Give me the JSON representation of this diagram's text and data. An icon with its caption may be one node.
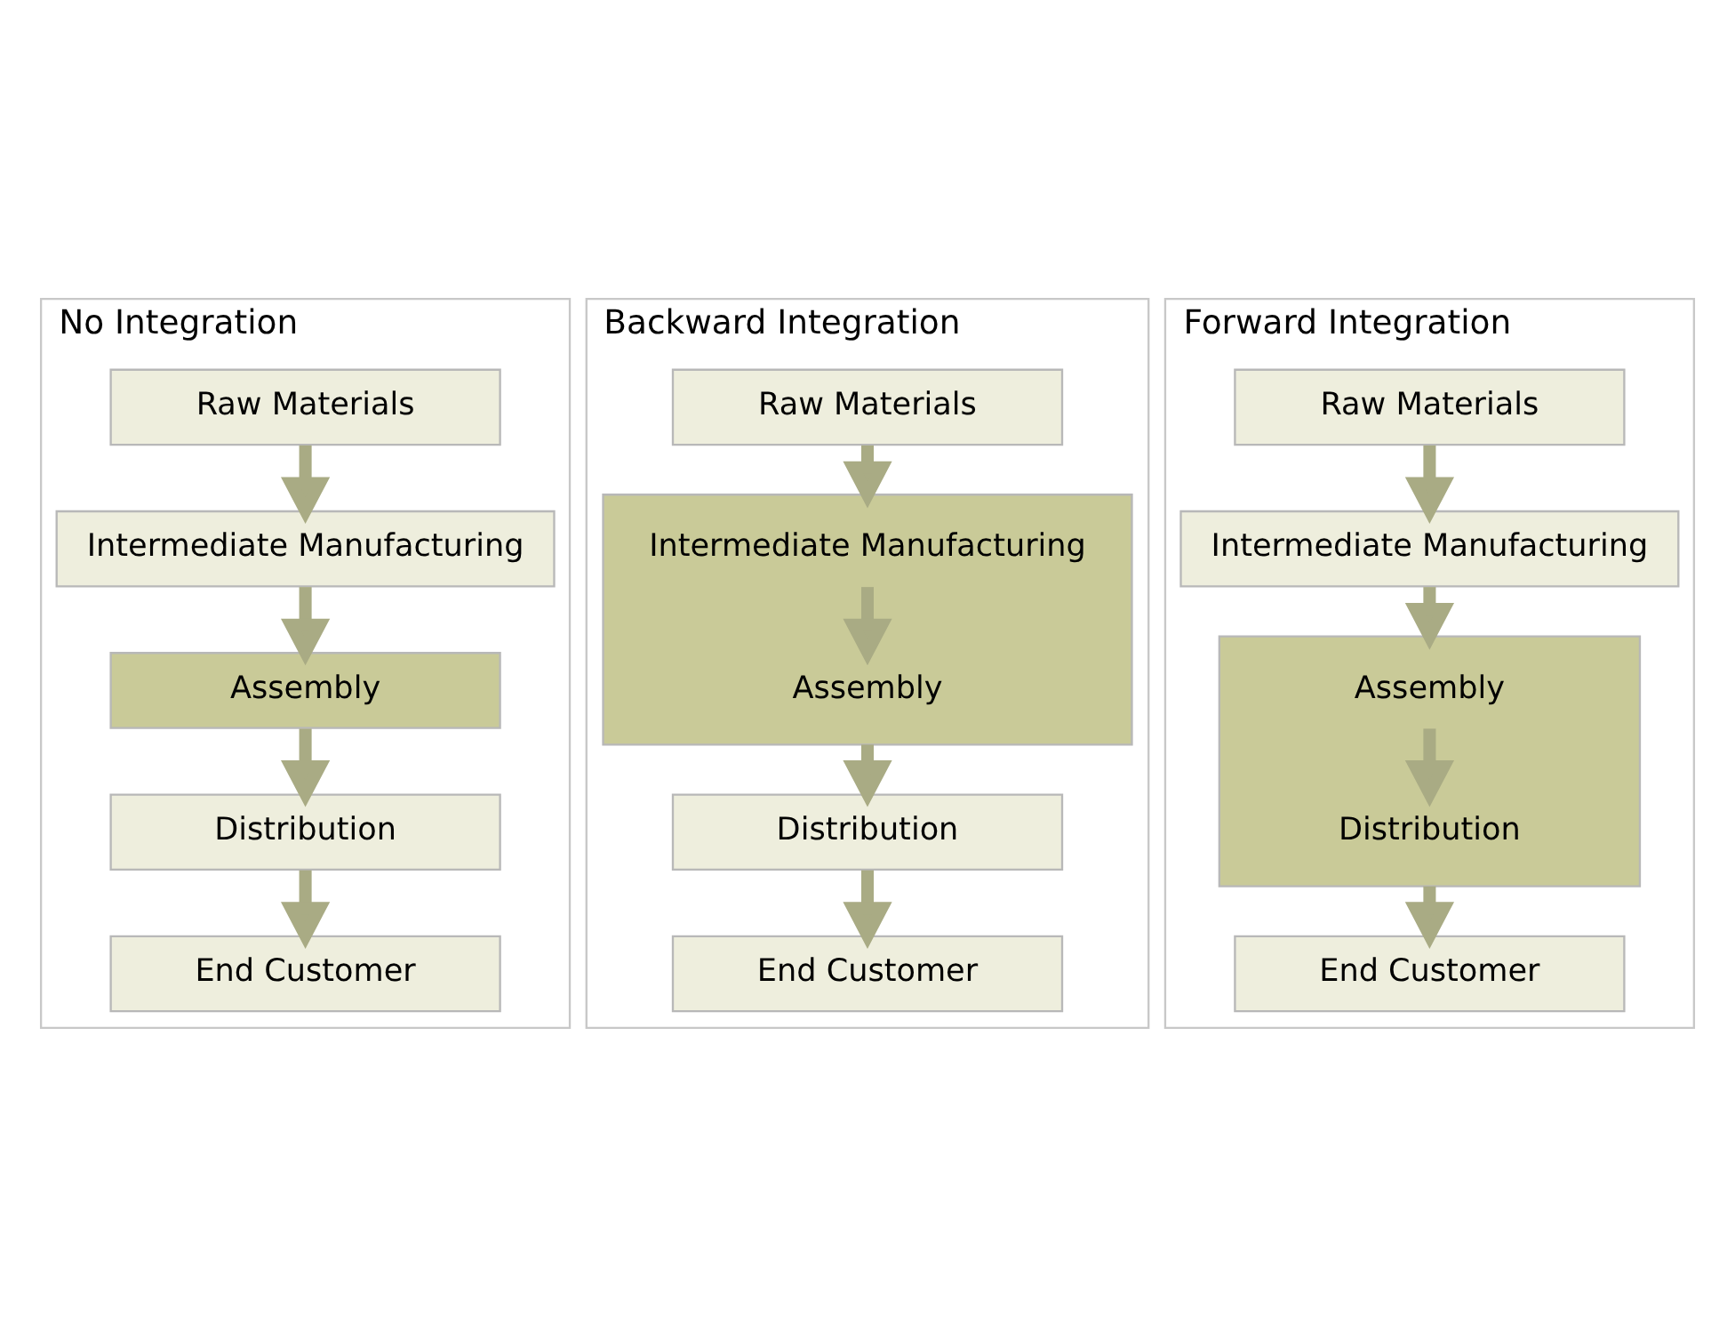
{
  "diagram": {
    "nodes": [
      {
        "text": [
          "No Integration"
        ]
      },
      {
        "text": [
          "Raw Materials"
        ],
        "in": 0
      },
      {
        "text": [
          "Intermediate Manufacturing"
        ],
        "in": 0
      },
      {
        "text": [
          "Assembly"
        ],
        "in": 0
      },
      {
        "text": [
          "Distribution"
        ],
        "in": 0
      },
      {
        "text": [
          "End Customer"
        ],
        "in": 0
      },
      {
        "text": [
          "Backward Integration"
        ]
      },
      {
        "text": [
          "Raw Materials"
        ],
        "in": 6
      },
      {
        "text": [],
        "shape": "box",
        "in": 6
      },
      {
        "text": [
          "Intermediate Manufacturing"
        ],
        "in": 8
      },
      {
        "text": [
          "Assembly"
        ],
        "in": 8
      },
      {
        "text": [
          "Distribution"
        ],
        "in": 6
      },
      {
        "text": [
          "End Customer"
        ],
        "in": 6
      },
      {
        "text": [
          "Forward Integration"
        ]
      },
      {
        "text": [
          "Raw Materials"
        ],
        "in": 13
      },
      {
        "text": [
          "Intermediate Manufacturing"
        ],
        "in": 13
      },
      {
        "text": [],
        "shape": "box",
        "in": 13
      },
      {
        "text": [
          "Assembly"
        ],
        "in": 16
      },
      {
        "text": [
          "Distribution"
        ],
        "in": 16
      },
      {
        "text": [
          "End Customer"
        ],
        "in": 13
      }
    ],
    "edges": [
      {
        "from": 1,
        "to": 2,
        "arrow": "to"
      },
      {
        "from": 2,
        "to": 3,
        "arrow": "to"
      },
      {
        "from": 3,
        "to": 4,
        "arrow": "to"
      },
      {
        "from": 4,
        "to": 5,
        "arrow": "to"
      },
      {
        "from": 7,
        "to": 8,
        "arrow": "to"
      },
      {
        "from": 9,
        "to": 10,
        "arrow": "to"
      },
      {
        "from": 8,
        "to": 11,
        "arrow": "to"
      },
      {
        "from": 11,
        "to": 12,
        "arrow": "to"
      },
      {
        "from": 14,
        "to": 15,
        "arrow": "to"
      },
      {
        "from": 15,
        "to": 16,
        "arrow": "to"
      },
      {
        "from": 17,
        "to": 18,
        "arrow": "to"
      },
      {
        "from": 16,
        "to": 19,
        "arrow": "to"
      }
    ]
  }
}
